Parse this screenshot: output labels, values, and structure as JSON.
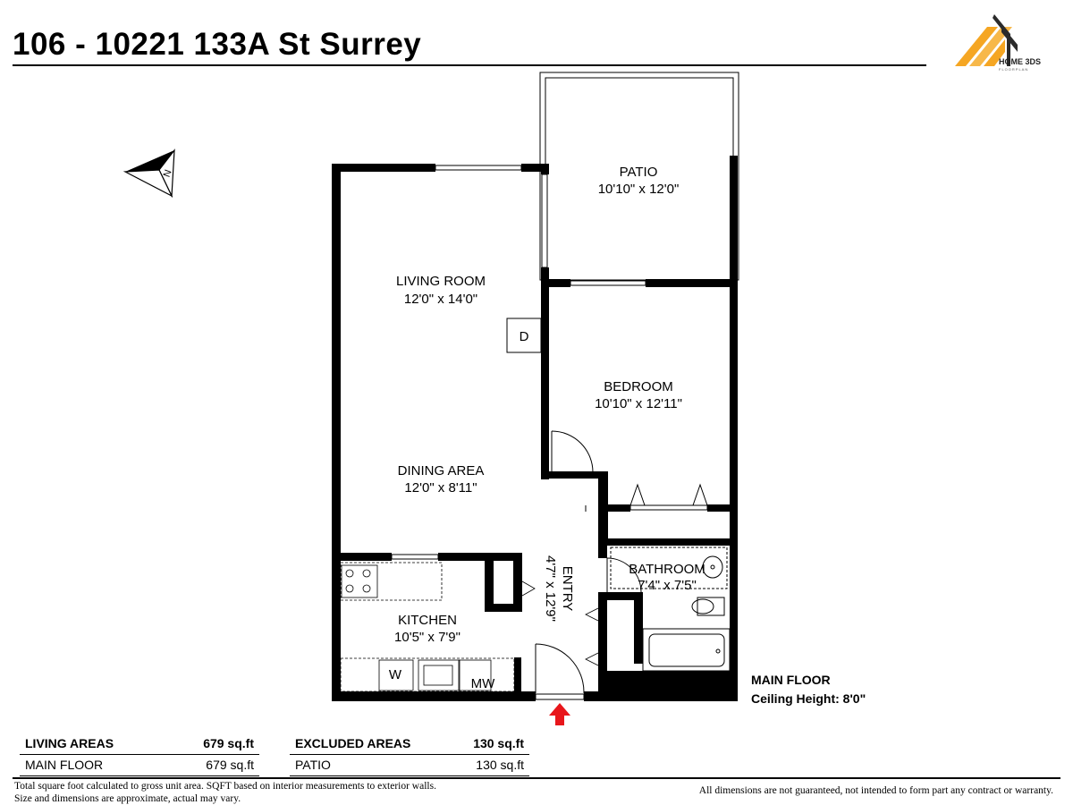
{
  "header": {
    "address": "106 - 10221 133A St Surrey",
    "logo_text": "HOME 3DS",
    "logo_subtext": "FLOORPLAN"
  },
  "compass": {
    "label": "N"
  },
  "rooms": {
    "patio": {
      "name": "PATIO",
      "dims": "10'10\" x 12'0\""
    },
    "living_room": {
      "name": "LIVING ROOM",
      "dims": "12'0\" x 14'0\""
    },
    "bedroom": {
      "name": "BEDROOM",
      "dims": "10'10\" x 12'11\""
    },
    "dining_area": {
      "name": "DINING AREA",
      "dims": "12'0\" x 8'11\""
    },
    "entry": {
      "name": "ENTRY",
      "dims": "4'7\" x 12'9\""
    },
    "bathroom": {
      "name": "BATHROOM",
      "dims": "7'4\" x 7'5\""
    },
    "kitchen": {
      "name": "KITCHEN",
      "dims": "10'5\" x 7'9\""
    }
  },
  "fixtures": {
    "dryer": "D",
    "washer": "W",
    "microwave": "MW"
  },
  "floor_info": {
    "name": "MAIN FLOOR",
    "ceiling": "Ceiling Height: 8'0\""
  },
  "areas": {
    "living": {
      "header": "LIVING AREAS",
      "total": "679 sq.ft",
      "rows": [
        {
          "label": "MAIN FLOOR",
          "value": "679 sq.ft"
        }
      ]
    },
    "excluded": {
      "header": "EXCLUDED AREAS",
      "total": "130 sq.ft",
      "rows": [
        {
          "label": "PATIO",
          "value": "130 sq.ft"
        }
      ]
    }
  },
  "footer": {
    "note_line1": "Total square foot calculated to gross unit area. SQFT based on interior measurements to exterior walls.",
    "note_line2": "Size and dimensions are approximate, actual may vary.",
    "disclaimer": "All dimensions are not guaranteed, not intended to form part any contract or warranty."
  },
  "colors": {
    "wall": "#000000",
    "entry_arrow": "#e8161b",
    "logo_orange": "#f5a623",
    "logo_dark": "#2b2b2b"
  }
}
